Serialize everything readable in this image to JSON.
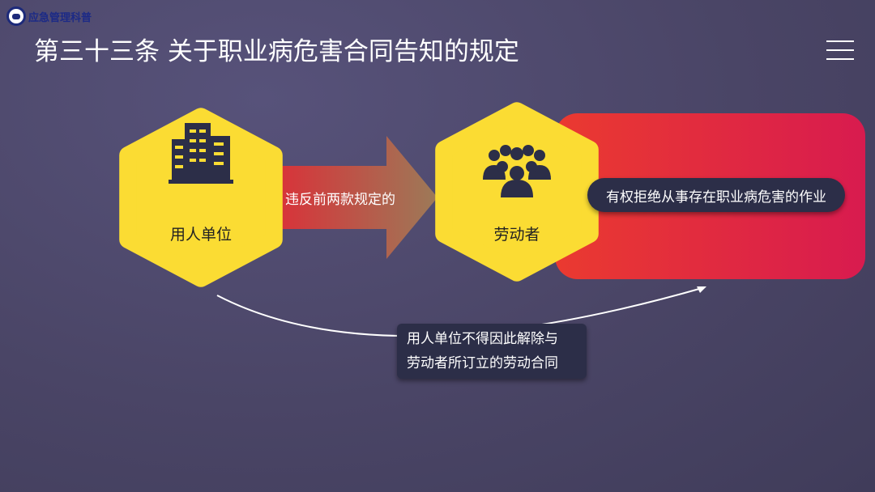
{
  "logo": {
    "text": "应急管理科普"
  },
  "header": {
    "title": "第三十三条 关于职业病危害合同告知的规定"
  },
  "diagram": {
    "employer": "用人单位",
    "arrow": "违反前两款规定的",
    "worker": "劳动者",
    "right": "有权拒绝从事存在职业病危害的作业",
    "bottom_line1": "用人单位不得因此解除与",
    "bottom_line2": "劳动者所订立的劳动合同"
  },
  "colors": {
    "hex": "#fbdc33",
    "red": "#e8323a",
    "dark": "#2c2e48"
  }
}
